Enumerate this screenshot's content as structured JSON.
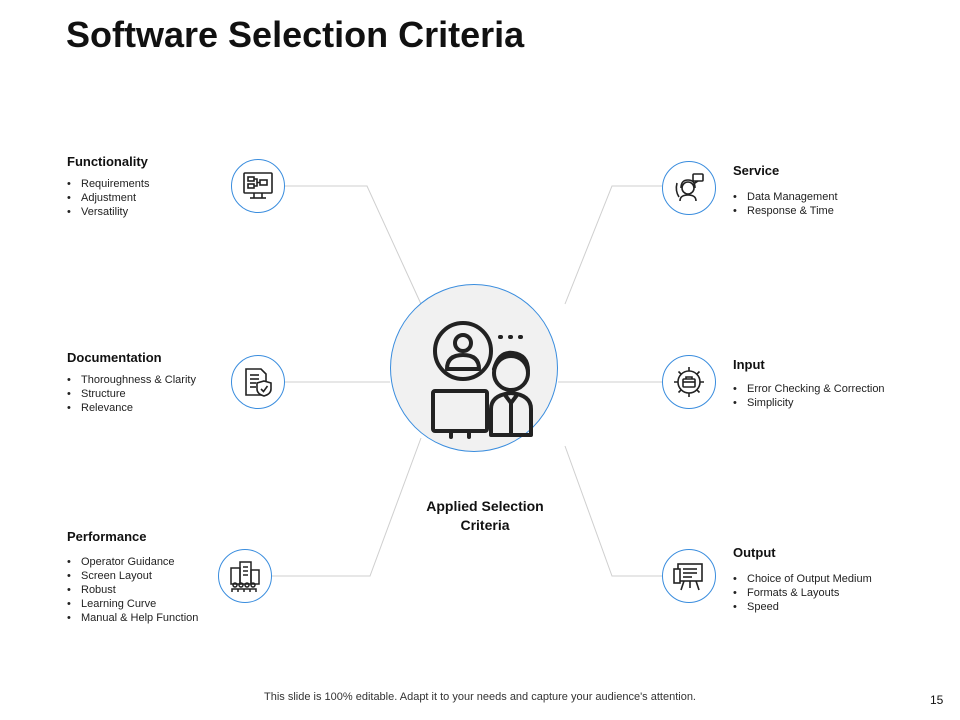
{
  "title": "Software Selection Criteria",
  "center": {
    "label": "Applied Selection Criteria"
  },
  "criteria": {
    "functionality": {
      "heading": "Functionality",
      "icon": "monitor-flowchart-icon",
      "items": [
        "Requirements",
        "Adjustment",
        "Versatility"
      ]
    },
    "documentation": {
      "heading": "Documentation",
      "icon": "document-shield-icon",
      "items": [
        "Thoroughness & Clarity",
        "Structure",
        "Relevance"
      ]
    },
    "performance": {
      "heading": "Performance",
      "icon": "buildings-team-icon",
      "items": [
        "Operator Guidance",
        "Screen Layout",
        "Robust",
        "Learning Curve",
        "Manual & Help Function"
      ]
    },
    "service": {
      "heading": "Service",
      "icon": "support-agent-icon",
      "items": [
        "Data Management",
        "Response & Time"
      ]
    },
    "input": {
      "heading": "Input",
      "icon": "gear-briefcase-icon",
      "items": [
        "Error Checking & Correction",
        "Simplicity"
      ]
    },
    "output": {
      "heading": "Output",
      "icon": "presentation-board-icon",
      "items": [
        "Choice of Output Medium",
        "Formats & Layouts",
        "Speed"
      ]
    }
  },
  "footer": "This slide is 100% editable. Adapt it to your needs and capture your audience's attention.",
  "page_number": "15",
  "colors": {
    "accent": "#3a8dde",
    "line": "#cfcfcf",
    "center_fill": "#f1f1f1"
  }
}
